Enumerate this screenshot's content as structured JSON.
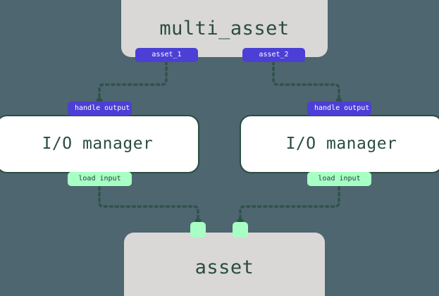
{
  "diagram": {
    "type": "dependency-graph",
    "background_color": "#4d6670",
    "edge_color": "#2f5348",
    "nodes": {
      "multi_asset": {
        "label": "multi_asset",
        "fill_color": "#d9d8d6",
        "text_color": "#2a4c42",
        "outputs": [
          {
            "label": "asset_1",
            "color": "#4c3fd6"
          },
          {
            "label": "asset_2",
            "color": "#4c3fd6"
          }
        ]
      },
      "io_manager_left": {
        "label": "I/O manager",
        "fill_color": "#ffffff",
        "border_color": "#2a4c42",
        "text_color": "#2a4c42",
        "input_badge": {
          "label": "handle output",
          "color": "#4c3fd6"
        },
        "output_badge": {
          "label": "load input",
          "color": "#a8ffc4"
        }
      },
      "io_manager_right": {
        "label": "I/O manager",
        "fill_color": "#ffffff",
        "border_color": "#2a4c42",
        "text_color": "#2a4c42",
        "input_badge": {
          "label": "handle output",
          "color": "#4c3fd6"
        },
        "output_badge": {
          "label": "load input",
          "color": "#a8ffc4"
        }
      },
      "asset": {
        "label": "asset",
        "fill_color": "#d9d8d6",
        "text_color": "#2a4c42",
        "input_handles": [
          {
            "color": "#a8ffc4"
          },
          {
            "color": "#a8ffc4"
          }
        ]
      }
    },
    "edges": [
      {
        "from": "asset_1",
        "to": "handle-output-left"
      },
      {
        "from": "asset_2",
        "to": "handle-output-right"
      },
      {
        "from": "load-input-left",
        "to": "asset-handle-right"
      },
      {
        "from": "load-input-right",
        "to": "asset-handle-left"
      }
    ]
  }
}
